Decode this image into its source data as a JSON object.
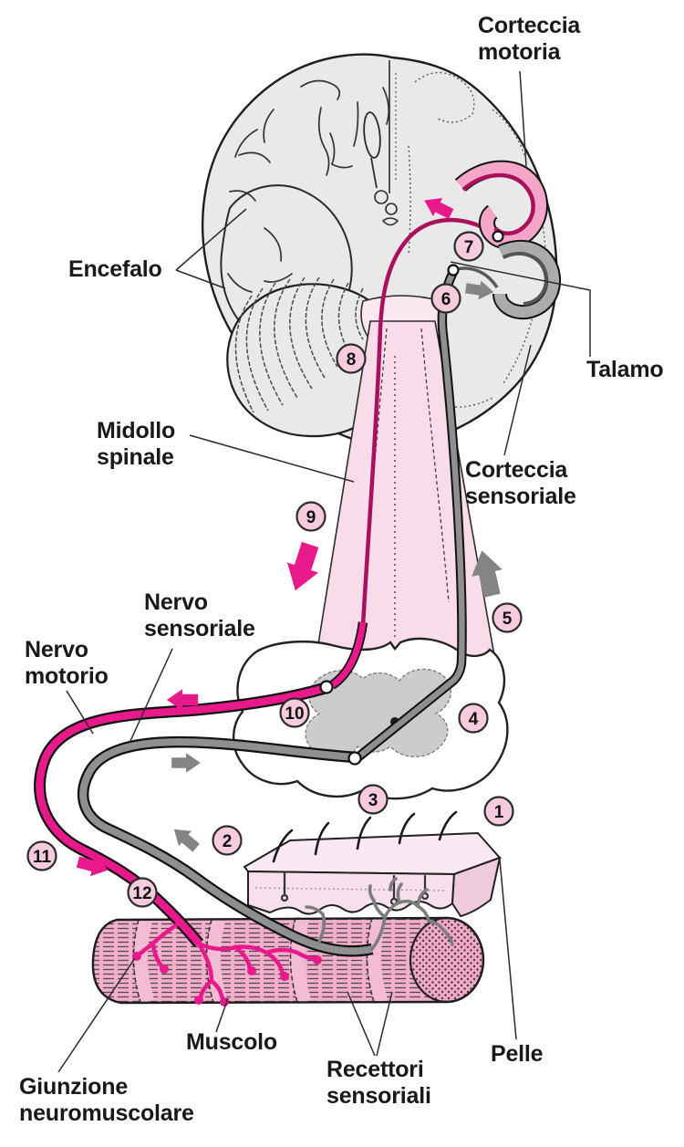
{
  "figure": {
    "labels": {
      "corteccia_motoria": "Corteccia\nmotoria",
      "encefalo": "Encefalo",
      "talamo": "Talamo",
      "corteccia_sensoriale": "Corteccia\nsensoriale",
      "midollo_spinale": "Midollo\nspinale",
      "nervo_sensoriale": "Nervo\nsensoriale",
      "nervo_motorio": "Nervo\nmotorio",
      "muscolo": "Muscolo",
      "giunzione_neuromuscolare": "Giunzione\nneuromuscolare",
      "recettori_sensoriali": "Recettori\nsensoriali",
      "pelle": "Pelle"
    },
    "markers": [
      "1",
      "2",
      "3",
      "4",
      "5",
      "6",
      "7",
      "8",
      "9",
      "10",
      "11",
      "12"
    ],
    "colors": {
      "motor_pathway_magenta": "#E8198B",
      "motor_tract_dark": "#A9115F",
      "motor_cortex_band_pink": "#F3A6C8",
      "sensory_pathway_gray": "#8F8F8F",
      "funnel_pink": "#F8DCE9",
      "brainstem_pale_pink": "#FAE7F0",
      "brain_gray": "#E9E9E8",
      "gray_matter": "#CCCCCC",
      "skin_pink": "#F7DFEB",
      "muscle_pink": "#F2AECB",
      "marker_fill": "#F7CBDE",
      "text_black": "#191919"
    }
  }
}
